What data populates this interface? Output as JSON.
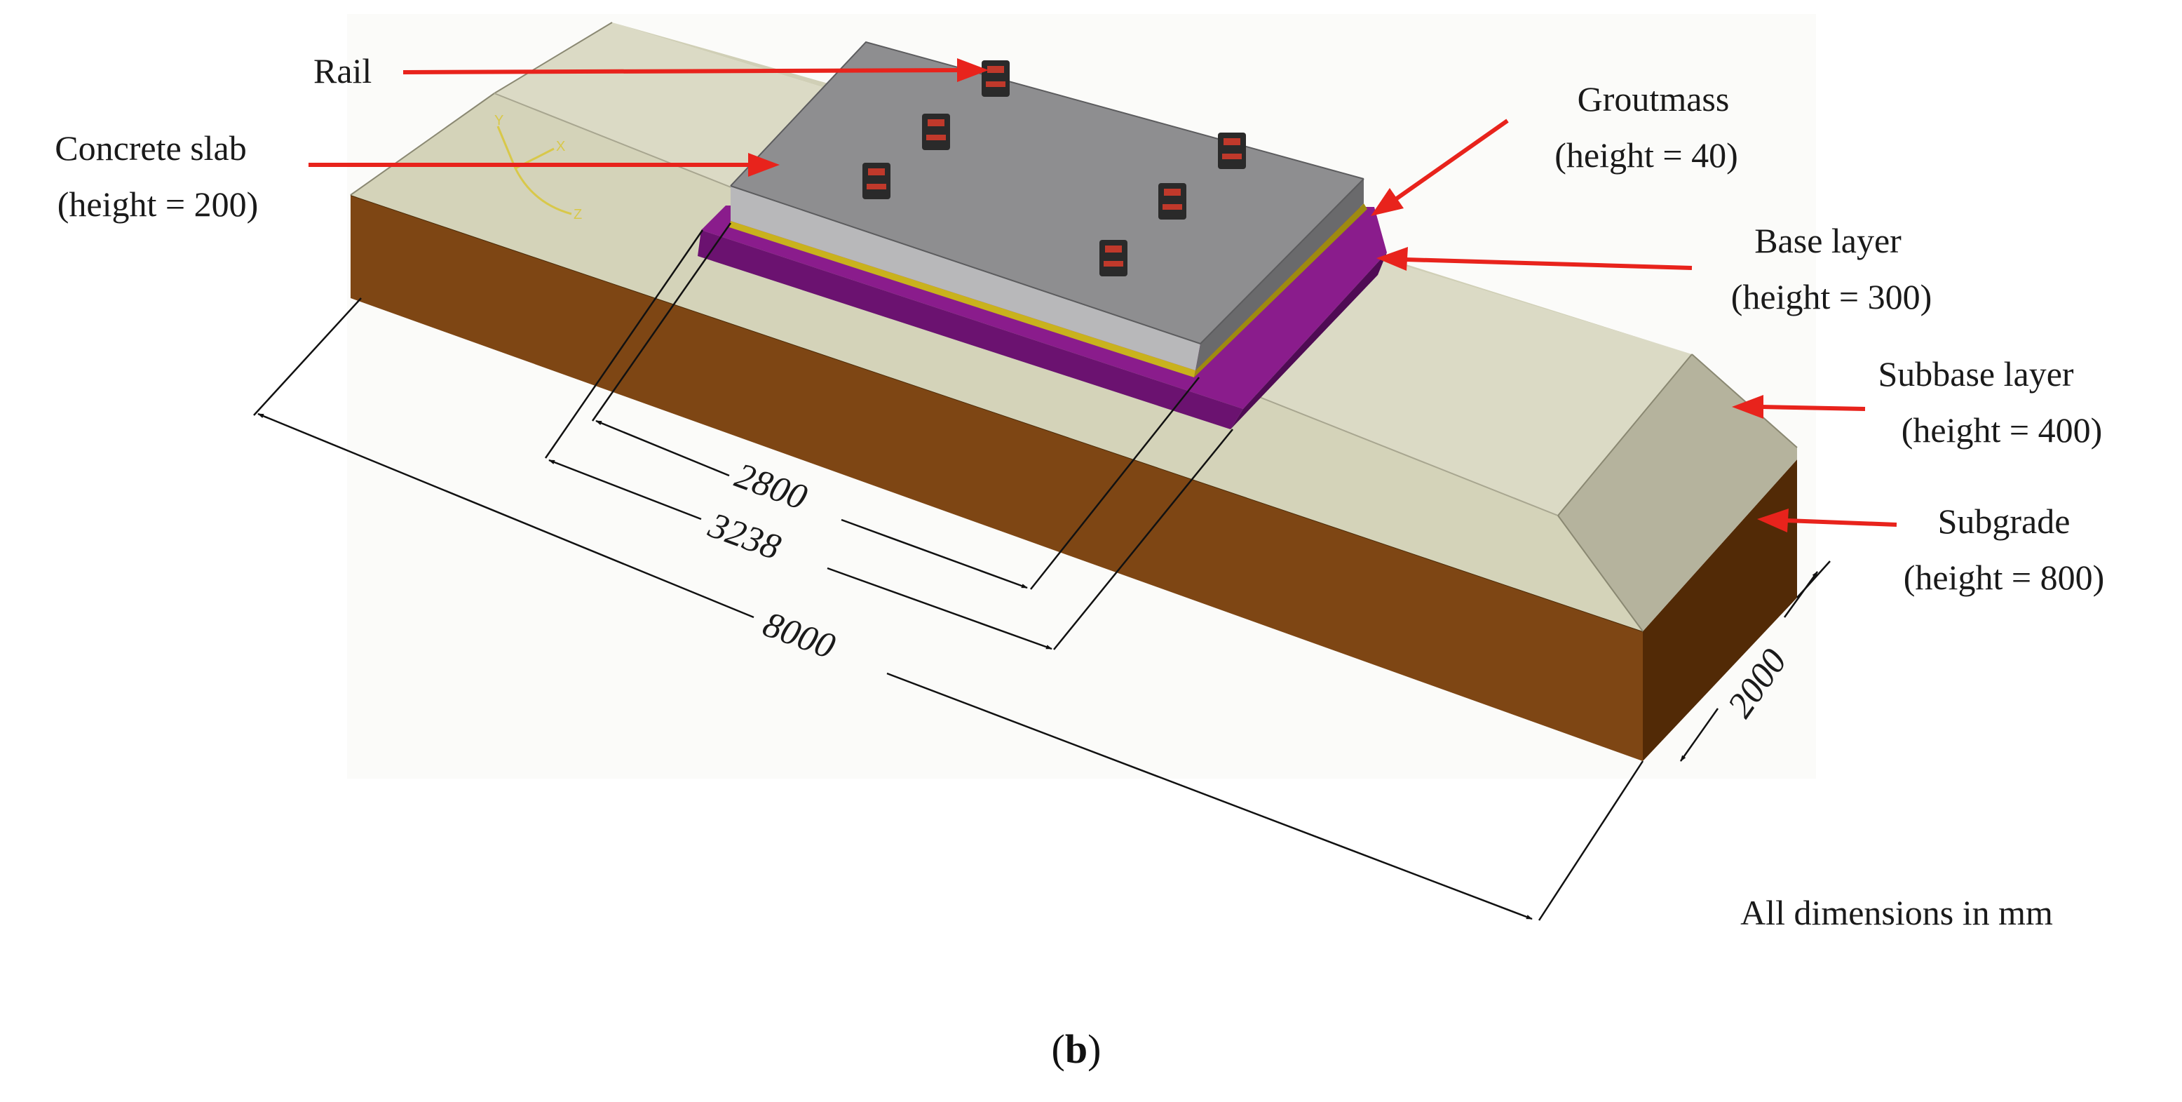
{
  "labels": {
    "rail": "Rail",
    "concrete_slab": "Concrete slab",
    "concrete_slab_height": "(height = 200)",
    "groutmass": "Groutmass",
    "groutmass_height": "(height = 40)",
    "base_layer": "Base layer",
    "base_layer_height": "(height = 300)",
    "subbase_layer": "Subbase layer",
    "subbase_layer_height": "(height = 400)",
    "subgrade": "Subgrade",
    "subgrade_height": "(height = 800)"
  },
  "dimensions": {
    "slab_length": "2800",
    "base_length": "3238",
    "total_length": "8000",
    "width": "2000"
  },
  "note": "All dimensions in mm",
  "caption": {
    "open": "(",
    "letter": "b",
    "close": ")"
  },
  "axis_triad": {
    "a": "Y",
    "b": "X",
    "c": "Z"
  },
  "colors": {
    "subgrade": "#7a4311",
    "subbase": "#d6d5bd",
    "base_layer": "#6e1470",
    "slab": "#8e8e90",
    "rail": "#2a2a2a",
    "arrow": "#e8231c"
  }
}
